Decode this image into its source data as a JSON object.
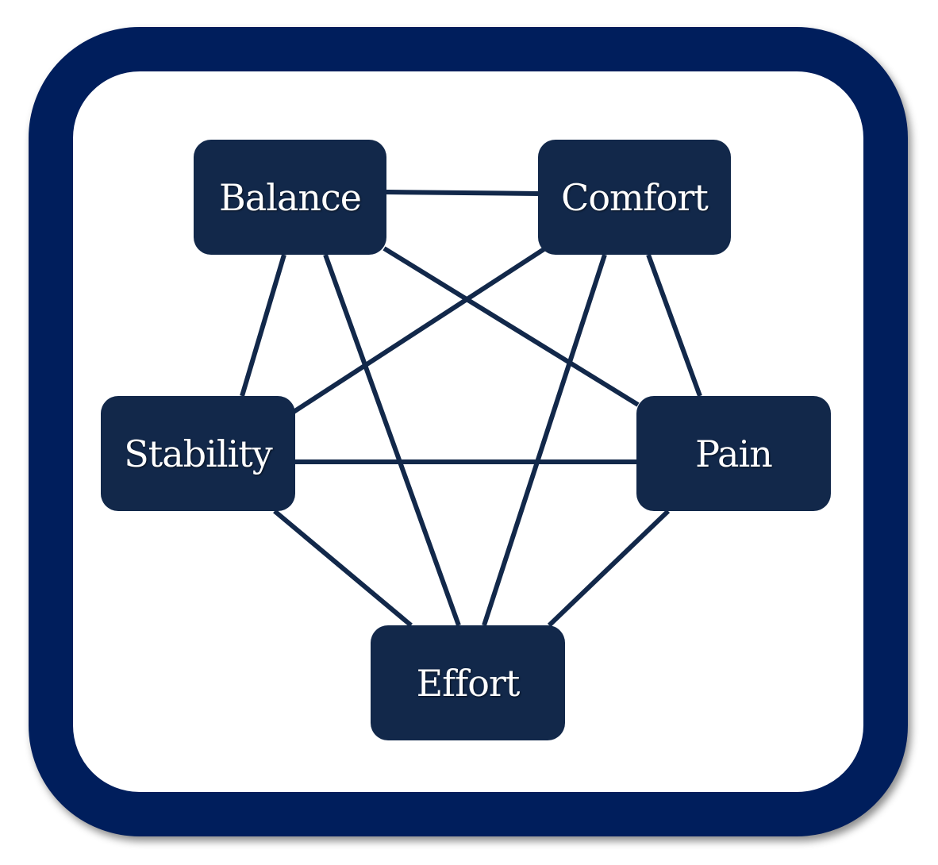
{
  "colors": {
    "frame": "#001e5c",
    "node": "#12284a",
    "edge": "#12284a",
    "text": "#ffffff"
  },
  "nodes": {
    "balance": "Balance",
    "comfort": "Comfort",
    "stability": "Stability",
    "pain": "Pain",
    "effort": "Effort"
  },
  "edges": [
    [
      "balance",
      "comfort"
    ],
    [
      "balance",
      "stability"
    ],
    [
      "balance",
      "pain"
    ],
    [
      "balance",
      "effort"
    ],
    [
      "comfort",
      "stability"
    ],
    [
      "comfort",
      "pain"
    ],
    [
      "comfort",
      "effort"
    ],
    [
      "stability",
      "pain"
    ],
    [
      "stability",
      "effort"
    ],
    [
      "pain",
      "effort"
    ]
  ]
}
